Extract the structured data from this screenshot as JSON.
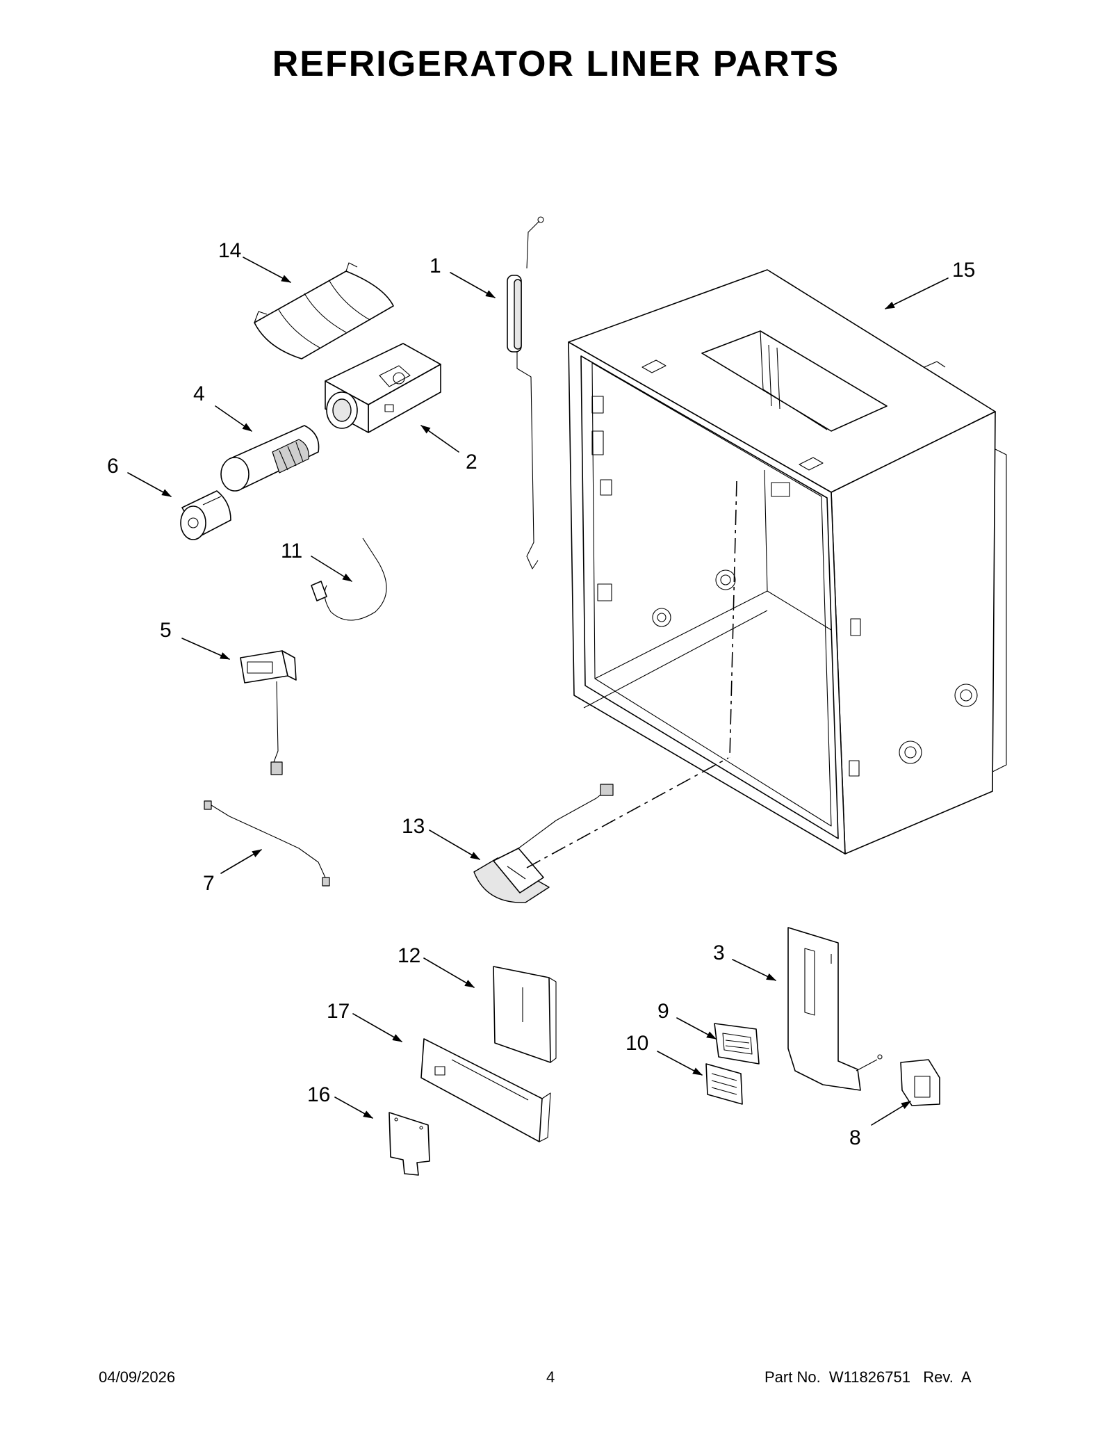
{
  "title": "REFRIGERATOR LINER PARTS",
  "callouts": [
    {
      "id": "1",
      "label": "1"
    },
    {
      "id": "2",
      "label": "2"
    },
    {
      "id": "3",
      "label": "3"
    },
    {
      "id": "4",
      "label": "4"
    },
    {
      "id": "5",
      "label": "5"
    },
    {
      "id": "6",
      "label": "6"
    },
    {
      "id": "7",
      "label": "7"
    },
    {
      "id": "8",
      "label": "8"
    },
    {
      "id": "9",
      "label": "9"
    },
    {
      "id": "10",
      "label": "10"
    },
    {
      "id": "11",
      "label": "11"
    },
    {
      "id": "12",
      "label": "12"
    },
    {
      "id": "13",
      "label": "13"
    },
    {
      "id": "14",
      "label": "14"
    },
    {
      "id": "15",
      "label": "15"
    },
    {
      "id": "16",
      "label": "16"
    },
    {
      "id": "17",
      "label": "17"
    }
  ],
  "footer": {
    "date": "04/09/2026",
    "page_number": "4",
    "part_number": "Part No.  W11826751   Rev.  A"
  }
}
